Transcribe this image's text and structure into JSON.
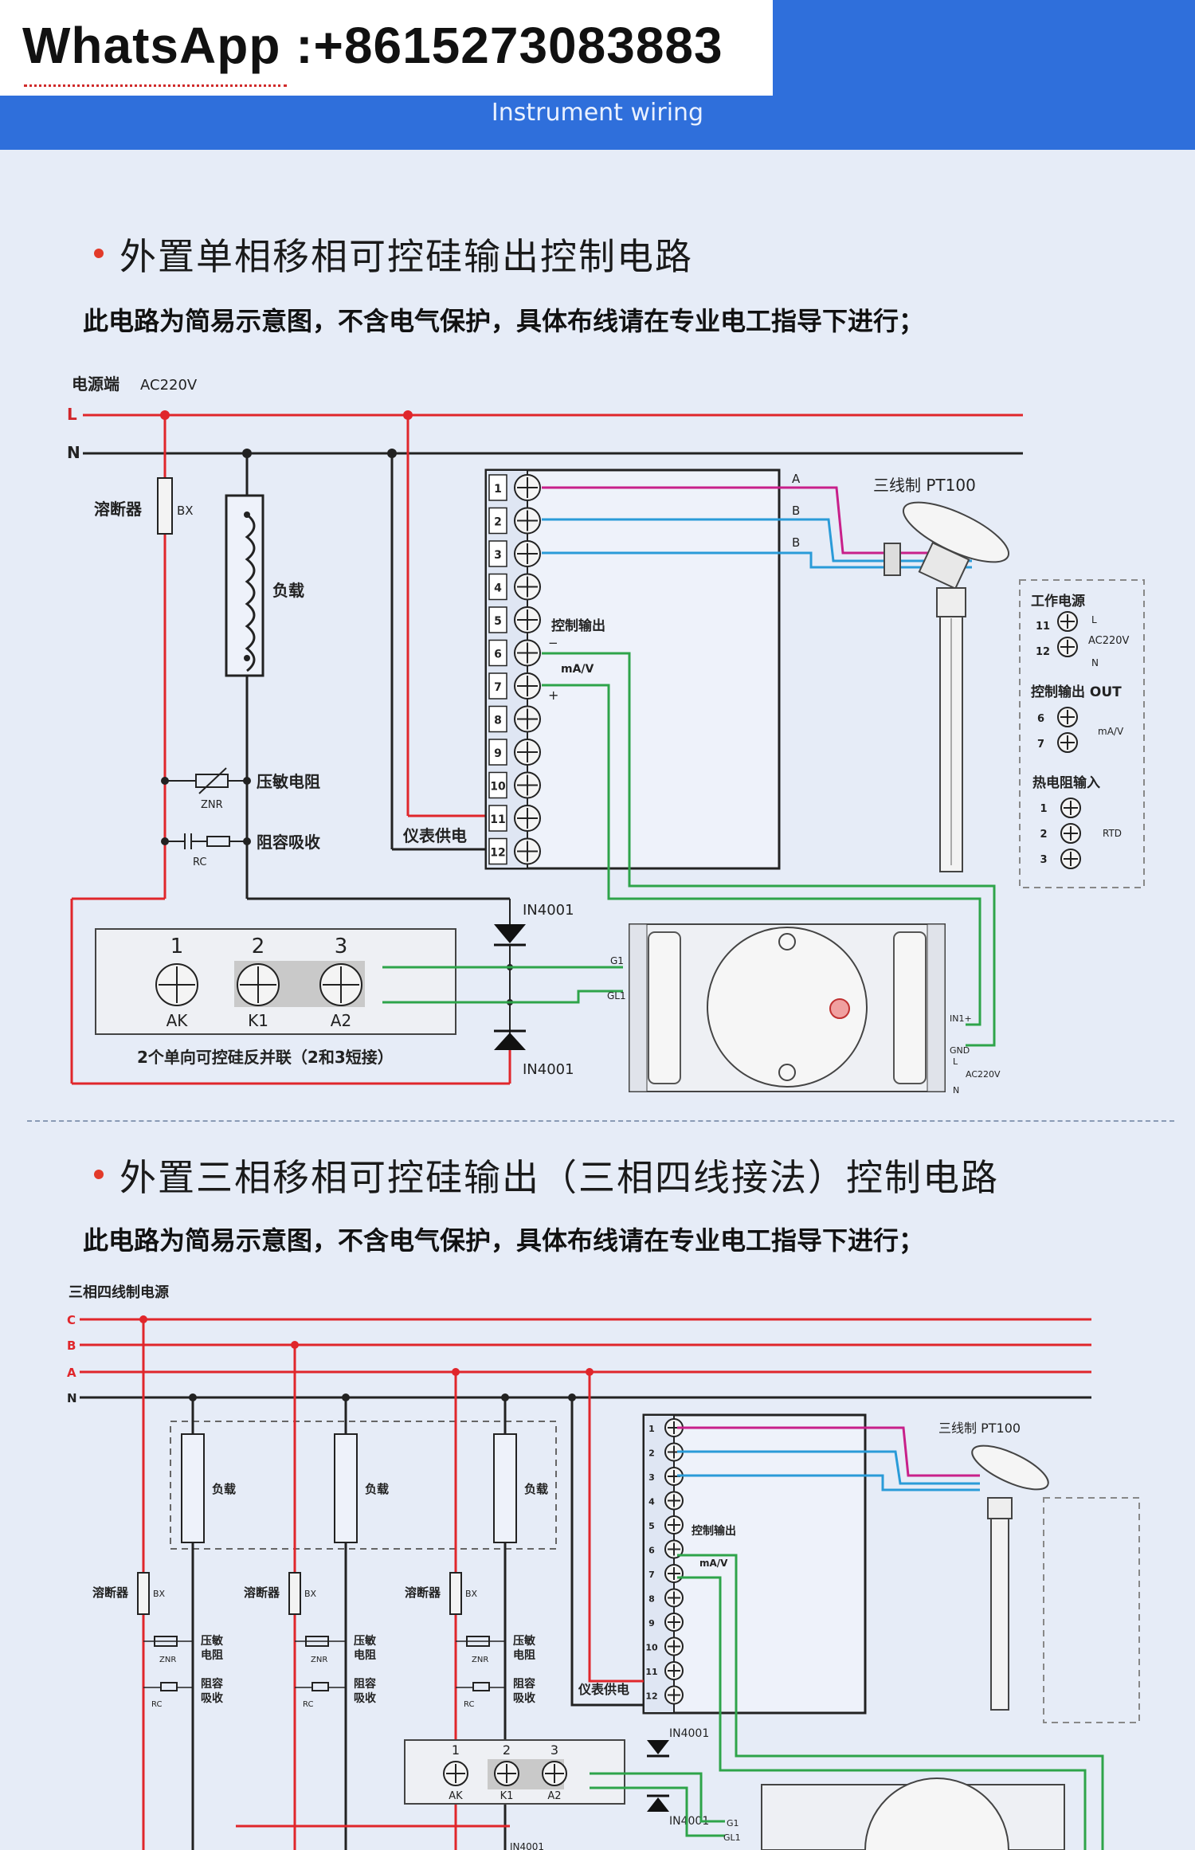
{
  "header": {
    "whatsapp": "WhatsApp :+8615273083883",
    "subtitle": "Instrument wiring"
  },
  "section1": {
    "title": "外置单相移相可控硅输出控制电路",
    "note": "此电路为简易示意图，不含电气保护，具体布线请在专业电工指导下进行；",
    "power_label": "电源端",
    "voltage": "AC220V",
    "line_L": "L",
    "line_N": "N",
    "fuse": "溶断器",
    "fuse_code": "BX",
    "load": "负载",
    "varistor": "压敏电阻",
    "varistor_code": "ZNR",
    "rc_absorb": "阻容吸收",
    "rc_code": "RC",
    "instrument_power": "仪表供电",
    "control_output": "控制输出",
    "ma_v": "mA/V",
    "plus": "+",
    "minus": "−",
    "pt100": "三线制 PT100",
    "sensor_A": "A",
    "sensor_B1": "B",
    "sensor_B2": "B",
    "terminals": [
      "1",
      "2",
      "3",
      "4",
      "5",
      "6",
      "7",
      "8",
      "9",
      "10",
      "11",
      "12"
    ],
    "diode1": "IN4001",
    "diode2": "IN4001",
    "scr_numbers": [
      "1",
      "2",
      "3"
    ],
    "scr_labels": [
      "AK",
      "K1",
      "A2"
    ],
    "scr_caption": "2个单向可控硅反并联（2和3短接）",
    "module_G1": "G1",
    "module_GL1": "GL1",
    "module_IN1": "IN1+",
    "module_GND": "GND",
    "module_L": "L",
    "module_AC": "AC220V",
    "module_N": "N",
    "legend_power": "工作电源",
    "legend_power_L": "L",
    "legend_power_AC": "AC220V",
    "legend_power_N": "N",
    "legend_power_t1": "11",
    "legend_power_t2": "12",
    "legend_out": "控制输出 OUT",
    "legend_out_mav": "mA/V",
    "legend_out_t1": "6",
    "legend_out_t2": "7",
    "legend_rtd": "热电阻输入",
    "legend_rtd_code": "RTD",
    "legend_rtd_t": [
      "1",
      "2",
      "3"
    ]
  },
  "section2": {
    "title": "外置三相移相可控硅输出（三相四线接法）控制电路",
    "note": "此电路为简易示意图，不含电气保护，具体布线请在专业电工指导下进行；",
    "power_label": "三相四线制电源",
    "lines": [
      "C",
      "B",
      "A",
      "N"
    ],
    "load": "负载",
    "fuse": "溶断器",
    "fuse_code": "BX",
    "varistor_1": "压敏",
    "varistor_2": "电阻",
    "varistor_code": "ZNR",
    "rc_1": "阻容",
    "rc_2": "吸收",
    "rc_code": "RC",
    "instrument_power": "仪表供电",
    "control_output": "控制输出",
    "ma_v": "mA/V",
    "pt100": "三线制 PT100",
    "diode": "IN4001",
    "scr_labels": [
      "AK",
      "K1",
      "A2"
    ],
    "scr_numbers": [
      "1",
      "2",
      "3"
    ],
    "module_G1": "G1",
    "module_GL1": "GL1"
  },
  "colors": {
    "header": "#2f6fdb",
    "background": "#e6ecf7",
    "live_wire": "#e0262b",
    "neutral_wire": "#222222",
    "signal_wire_magenta": "#c8208a",
    "signal_wire_blue": "#2a9bd8",
    "signal_wire_green": "#2ea44a"
  }
}
